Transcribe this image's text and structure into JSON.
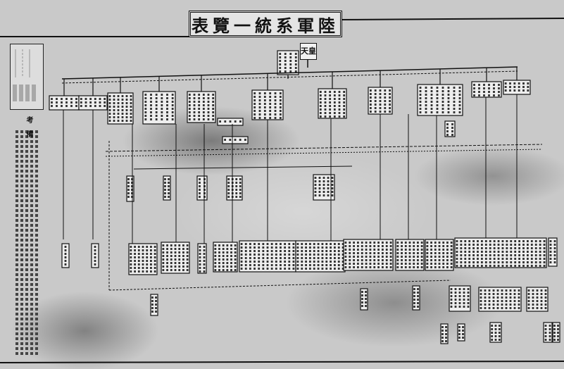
{
  "title": "表覽一統系軍陸",
  "top_node": "天皇",
  "notes_heading": "考　備",
  "colors": {
    "paper": "#c9c9c9",
    "ink": "#111111",
    "box_fill": "#eeeeee"
  },
  "icons": [
    "org-box-icon",
    "connector-line-icon"
  ]
}
